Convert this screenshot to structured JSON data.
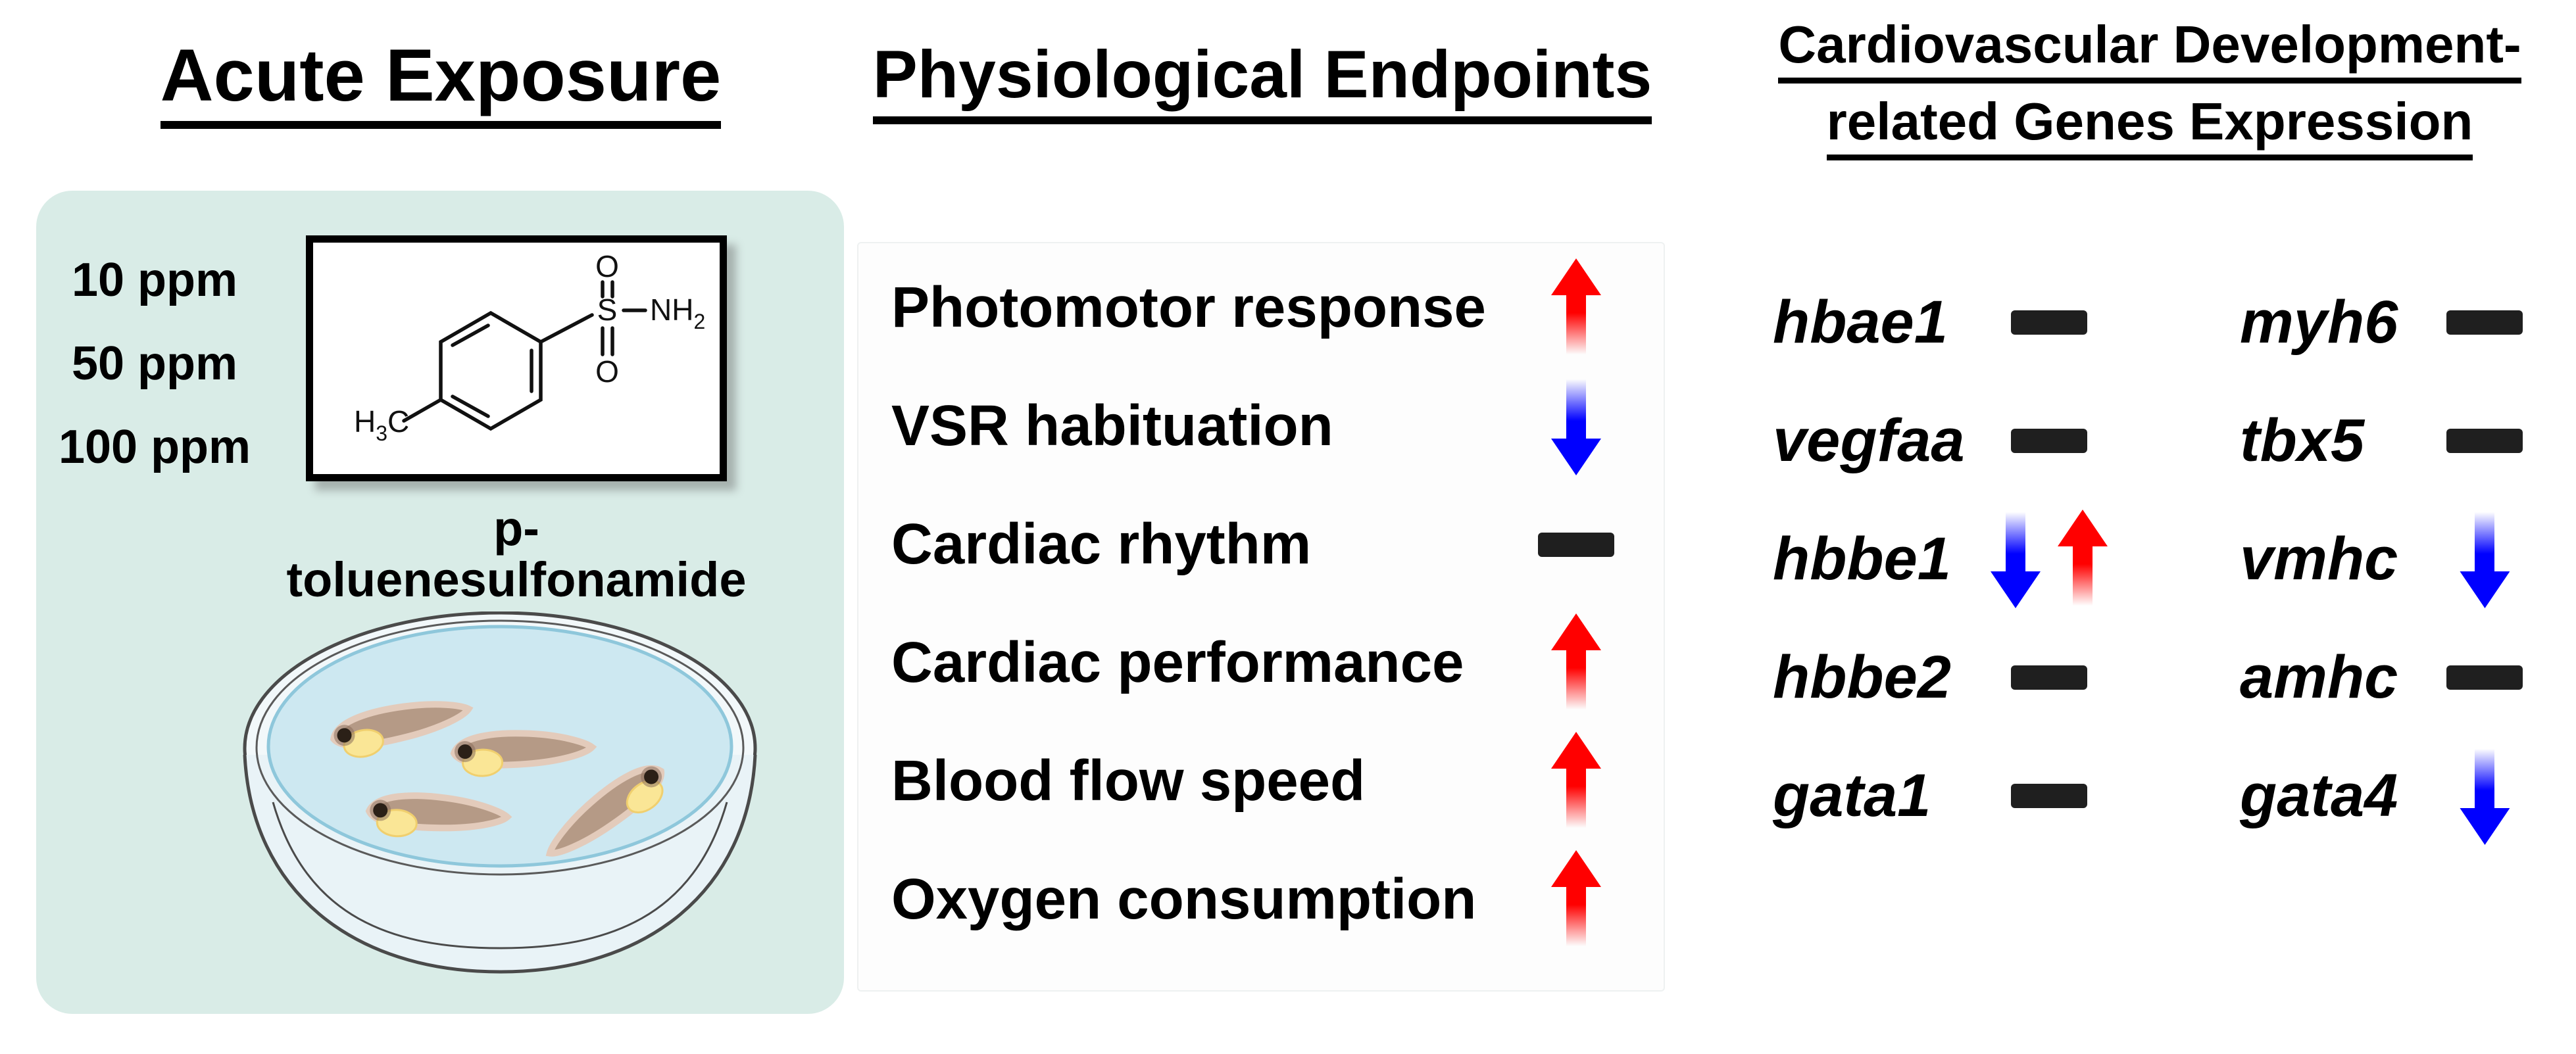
{
  "left": {
    "title": "Acute Exposure",
    "panel_color": "#d9ece7",
    "concentrations": [
      "10 ppm",
      "50 ppm",
      "100 ppm"
    ],
    "chemical": {
      "name_label": "p-toluenesulfonamide",
      "atoms": {
        "methyl_h": "H",
        "methyl_sub": "3",
        "methyl_c": "C",
        "sulfur": "S",
        "oxygen_top": "O",
        "oxygen_bottom": "O",
        "amine_nh": "NH",
        "amine_sub": "2"
      }
    },
    "dish": {
      "description": "petri dish with four zebrafish larvae",
      "water_color": "#cde8f1",
      "fish_body_color": "#b59a86",
      "fish_halo_color": "#e3cbbb",
      "fish_belly_color": "#fae696",
      "fish_count": 4
    }
  },
  "middle": {
    "title": "Physiological Endpoints",
    "rows": [
      {
        "label": "Photomotor response",
        "effect": "up"
      },
      {
        "label": "VSR habituation",
        "effect": "down"
      },
      {
        "label": "Cardiac rhythm",
        "effect": "nochange"
      },
      {
        "label": "Cardiac performance",
        "effect": "up"
      },
      {
        "label": "Blood flow speed",
        "effect": "up"
      },
      {
        "label": "Oxygen consumption",
        "effect": "up"
      }
    ]
  },
  "right": {
    "title_line1": "Cardiovascular Development-",
    "title_line2": "related Genes Expression",
    "columns": [
      {
        "genes": [
          {
            "name": "hbae1",
            "effect": "nochange"
          },
          {
            "name": "vegfaa",
            "effect": "nochange"
          },
          {
            "name": "hbbe1",
            "effect": "down-up"
          },
          {
            "name": "hbbe2",
            "effect": "nochange"
          },
          {
            "name": "gata1",
            "effect": "nochange"
          }
        ]
      },
      {
        "genes": [
          {
            "name": "myh6",
            "effect": "nochange"
          },
          {
            "name": "tbx5",
            "effect": "nochange"
          },
          {
            "name": "vmhc",
            "effect": "down"
          },
          {
            "name": "amhc",
            "effect": "nochange"
          },
          {
            "name": "gata4",
            "effect": "down"
          }
        ]
      }
    ]
  },
  "colors": {
    "up_arrow": "#ff0000",
    "down_arrow": "#0000ff",
    "no_change_dash": "#1f1f1f"
  }
}
